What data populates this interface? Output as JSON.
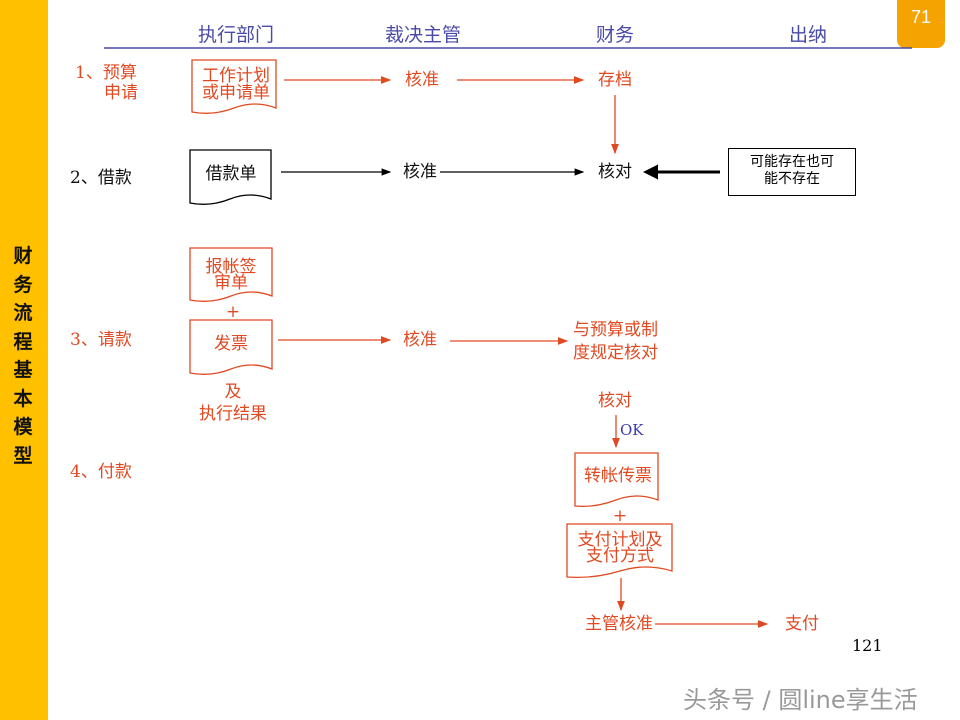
{
  "sidebar": {
    "title": "财务流程基本模型"
  },
  "badge": "71",
  "headers": [
    "执行部门",
    "裁决主管",
    "财务",
    "出纳"
  ],
  "rows": {
    "r1": {
      "label1": "1、预算",
      "label2": "申请",
      "doc1": "工作计划",
      "doc2": "或申请单",
      "approve": "核准",
      "archive": "存档"
    },
    "r2": {
      "label": "2、借款",
      "doc": "借款单",
      "approve": "核准",
      "verify": "核对",
      "note1": "可能存在也可",
      "note2": "能不存在"
    },
    "r3": {
      "label": "3、请款",
      "doc_a1": "报帐签",
      "doc_a2": "审单",
      "plus": "+",
      "doc_b": "发票",
      "and": "及",
      "result": "执行结果",
      "approve": "核准",
      "check1": "与预算或制",
      "check2": "度规定核对"
    },
    "r4": {
      "label": "4、付款",
      "verify": "核对",
      "ok": "OK",
      "voucher": "转帐传票",
      "plus": "+",
      "plan1": "支付计划及",
      "plan2": "支付方式",
      "mgr": "主管核准",
      "pay": "支付"
    }
  },
  "page_number": "121",
  "watermark": "头条号 / 圆line享生活",
  "colors": {
    "accent": "#e04a22",
    "header": "#4a4aa8",
    "bar": "#ffc000",
    "badge": "#f5a300"
  }
}
